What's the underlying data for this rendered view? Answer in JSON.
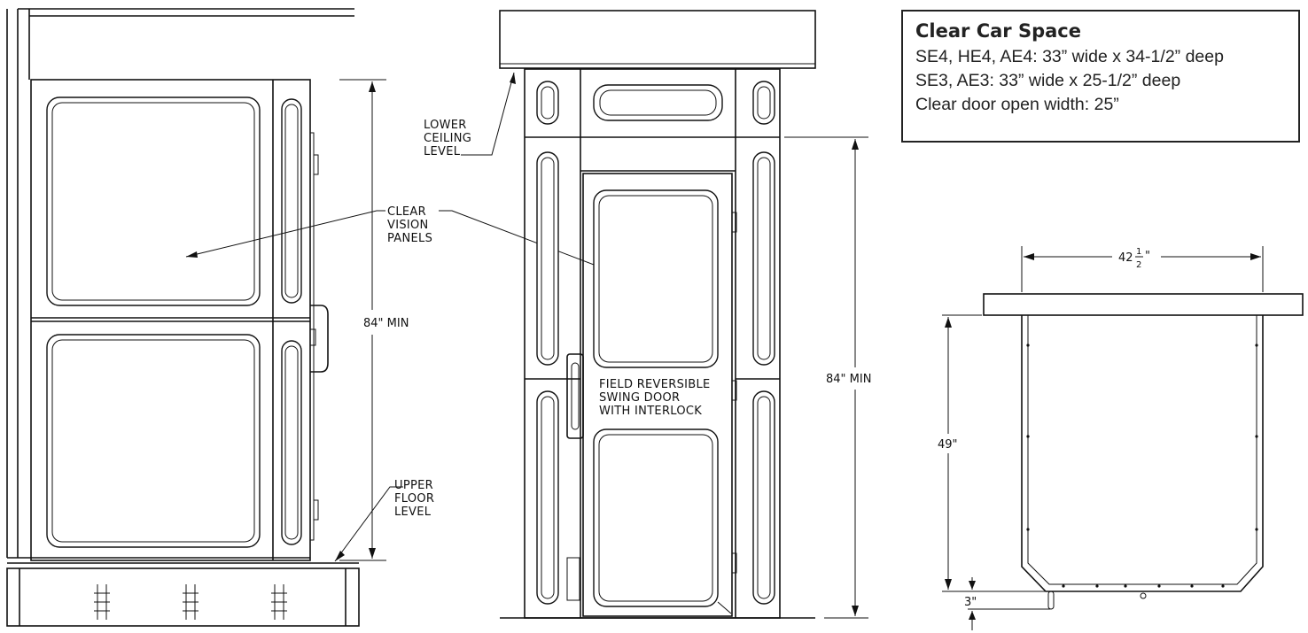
{
  "info_box": {
    "title": "Clear Car Space",
    "lines": [
      "SE4, HE4, AE4: 33” wide x 34-1/2” deep",
      "SE3, AE3: 33” wide x 25-1/2” deep",
      "Clear door open width: 25”"
    ]
  },
  "labels": {
    "lower_ceiling": [
      "LOWER",
      "CEILING",
      "LEVEL"
    ],
    "clear_vision": [
      "CLEAR",
      "VISION",
      "PANELS"
    ],
    "upper_floor": [
      "UPPER",
      "FLOOR",
      "LEVEL"
    ],
    "swing_door": [
      "FIELD REVERSIBLE",
      "SWING DOOR",
      "WITH INTERLOCK"
    ]
  },
  "dimensions": {
    "side_height": "84\" MIN",
    "front_height": "84\" MIN",
    "plan_width_whole": "42",
    "plan_width_num": "1",
    "plan_width_den": "2",
    "plan_width_unit": "\"",
    "plan_depth": "49\"",
    "plan_offset": "3\""
  }
}
